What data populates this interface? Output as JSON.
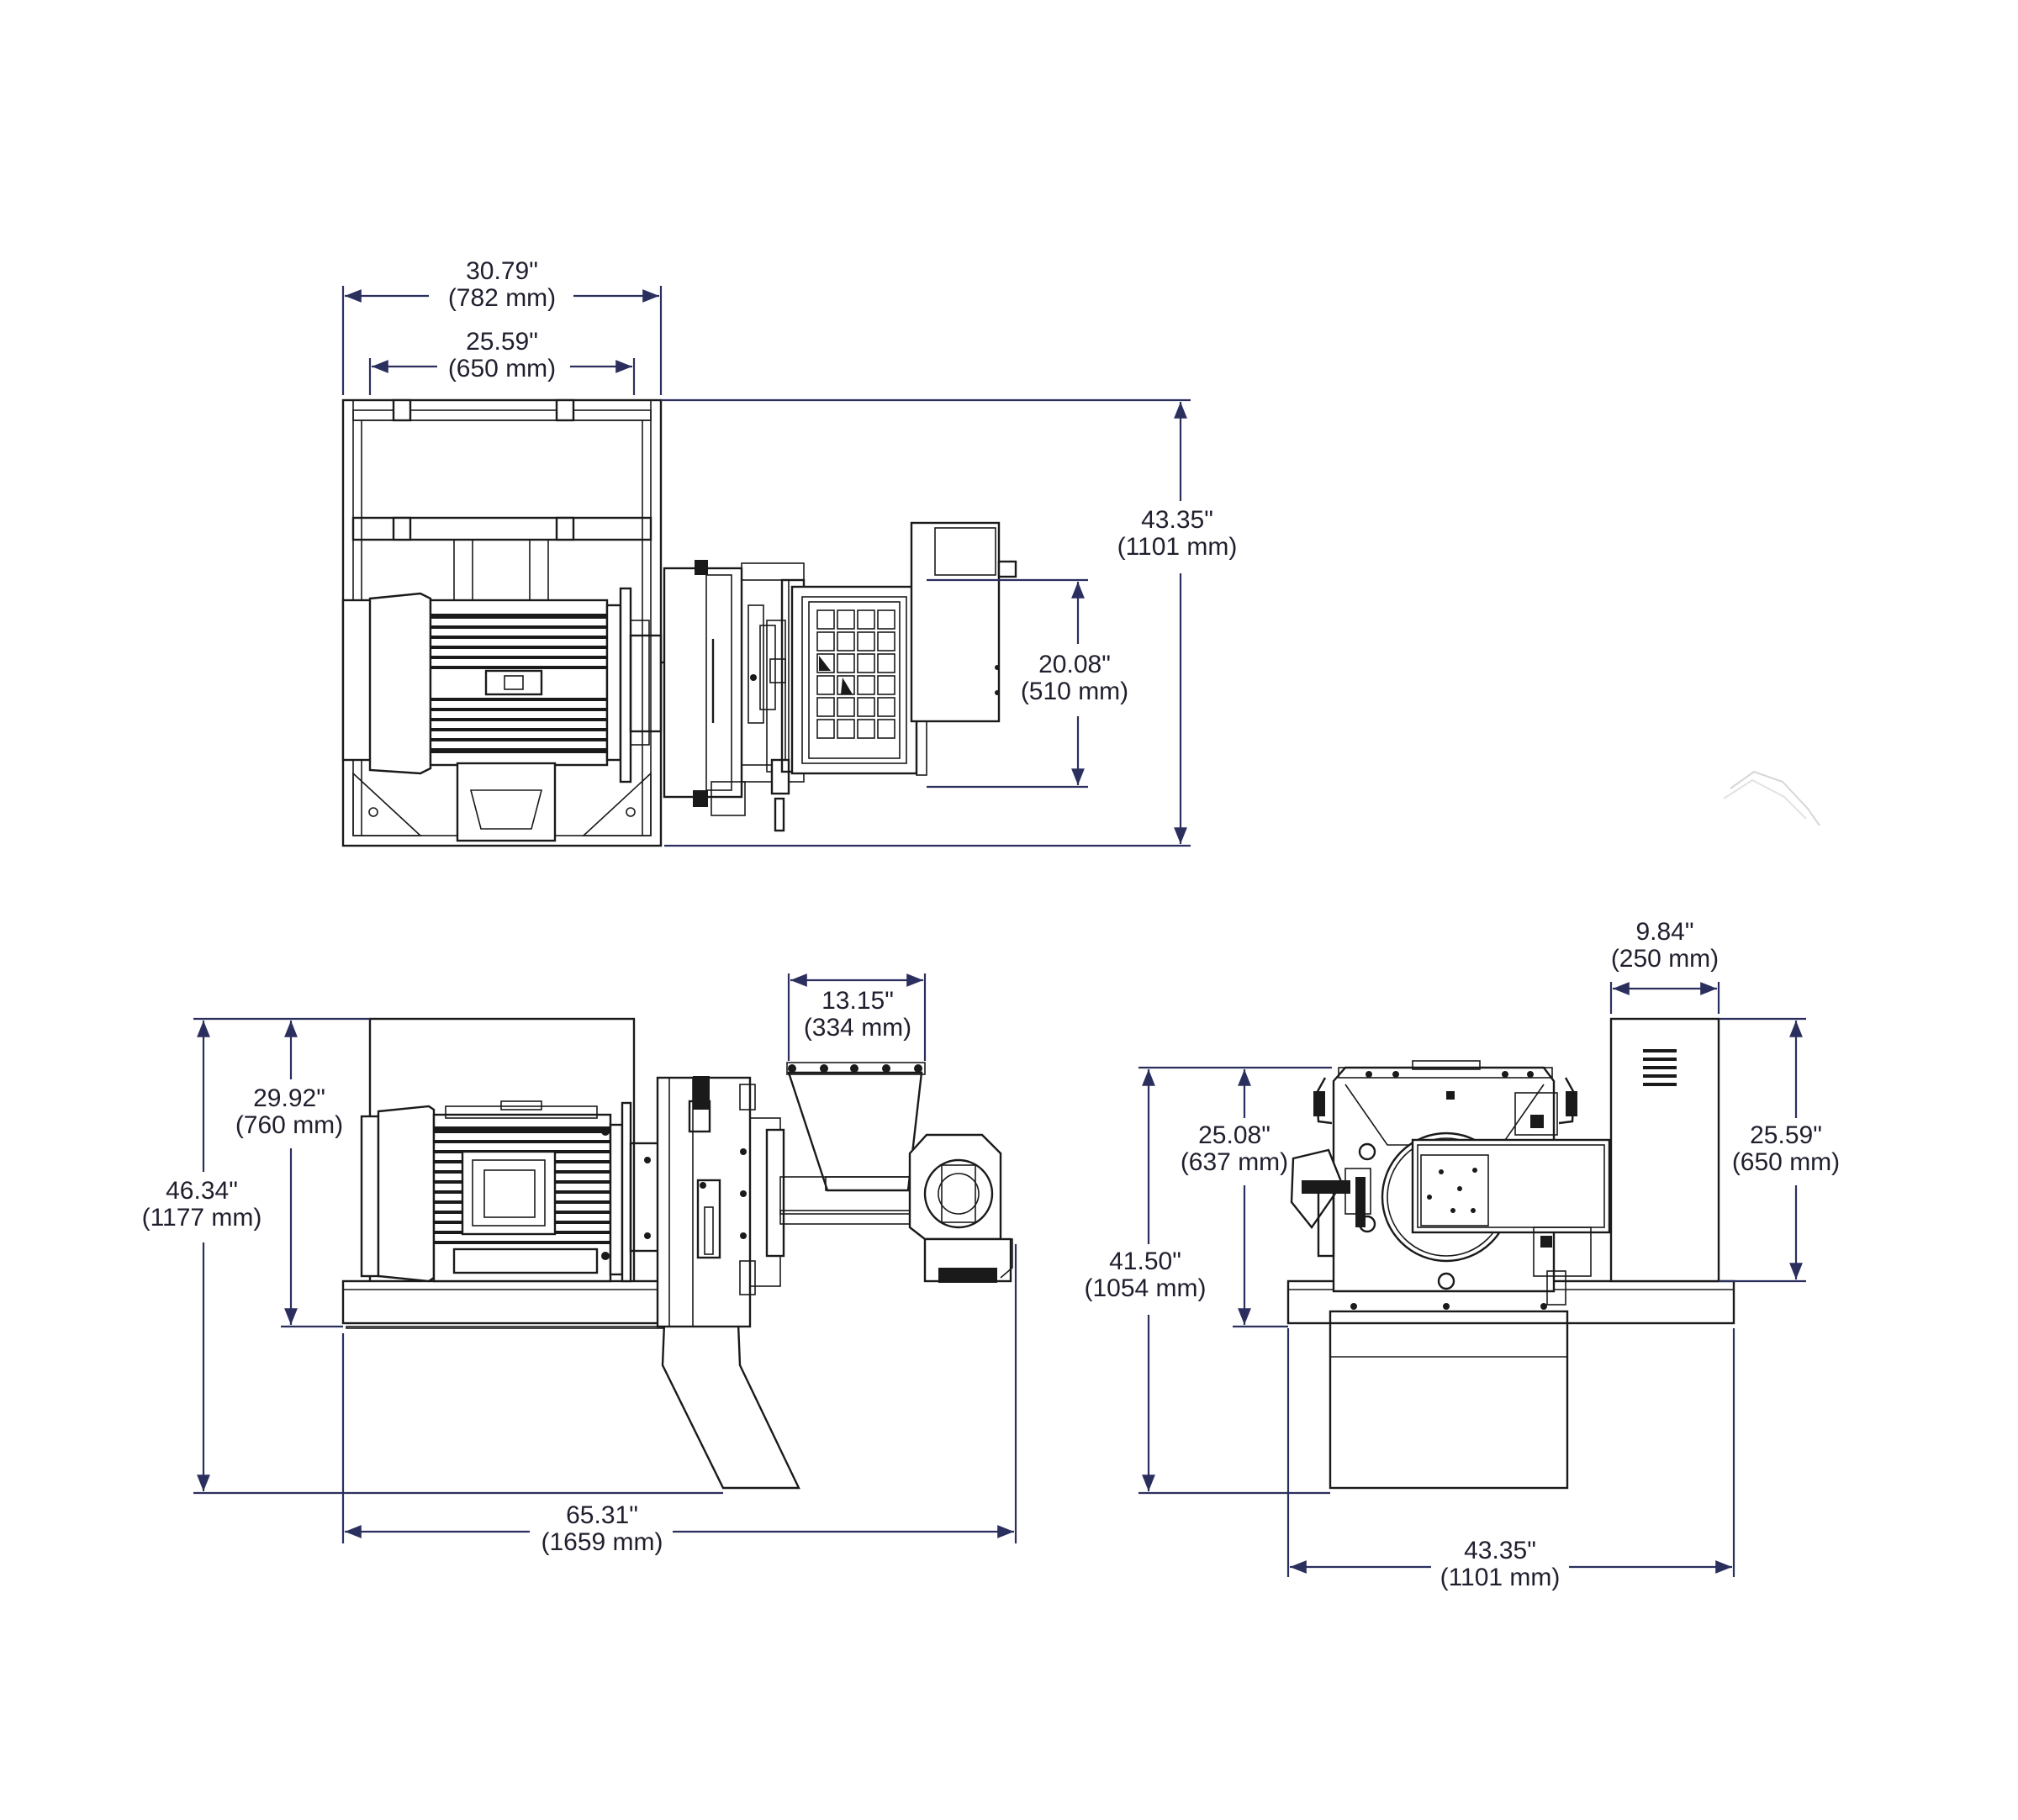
{
  "diagram": {
    "background": "#ffffff",
    "line_color": "#1a1a1a",
    "dimension_color": "#2b2f5e",
    "views": {
      "top": {
        "dims": [
          {
            "inch": "30.79\"",
            "mm": "(782 mm)"
          },
          {
            "inch": "25.59\"",
            "mm": "(650 mm)"
          },
          {
            "inch": "43.35\"",
            "mm": "(1101 mm)"
          },
          {
            "inch": "20.08\"",
            "mm": "(510 mm)"
          }
        ]
      },
      "side": {
        "dims": [
          {
            "inch": "13.15\"",
            "mm": "(334 mm)"
          },
          {
            "inch": "29.92\"",
            "mm": "(760 mm)"
          },
          {
            "inch": "46.34\"",
            "mm": "(1177 mm)"
          },
          {
            "inch": "65.31\"",
            "mm": "(1659 mm)"
          }
        ]
      },
      "end": {
        "dims": [
          {
            "inch": "9.84\"",
            "mm": "(250 mm)"
          },
          {
            "inch": "25.08\"",
            "mm": "(637 mm)"
          },
          {
            "inch": "25.59\"",
            "mm": "(650 mm)"
          },
          {
            "inch": "41.50\"",
            "mm": "(1054 mm)"
          },
          {
            "inch": "43.35\"",
            "mm": "(1101 mm)"
          }
        ]
      }
    }
  }
}
